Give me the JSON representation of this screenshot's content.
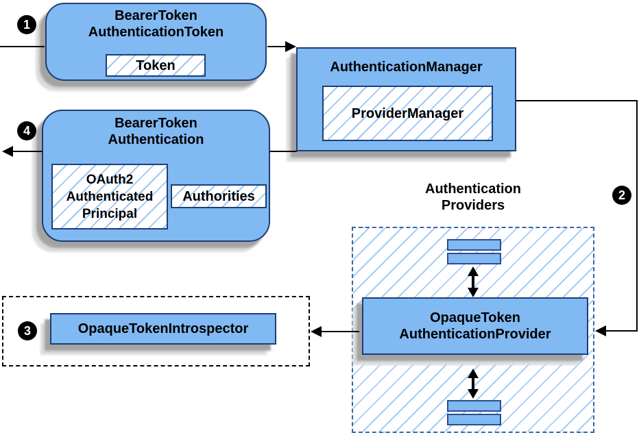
{
  "steps": [
    "1",
    "2",
    "3",
    "4"
  ],
  "colors": {
    "box_fill": "#81b9f2",
    "box_border": "#1c3e75",
    "hatch_line": "#9cc7f2",
    "providers_dashed_border": "#3763a8",
    "introspector_dashed_border": "#000000",
    "arrow": "#000000",
    "badge_bg": "#000000",
    "badge_text": "#ffffff"
  },
  "bearer_token_authentication_token": {
    "title_line1": "BearerToken",
    "title_line2": "AuthenticationToken",
    "token_label": "Token"
  },
  "authentication_manager": {
    "title": "AuthenticationManager",
    "provider_manager_label": "ProviderManager"
  },
  "bearer_token_authentication": {
    "title_line1": "BearerToken",
    "title_line2": "Authentication",
    "principal_line1": "OAuth2",
    "principal_line2": "Authenticated",
    "principal_line3": "Principal",
    "authorities_label": "Authorities"
  },
  "authentication_providers": {
    "title_line1": "Authentication",
    "title_line2": "Providers"
  },
  "opaque_token_authentication_provider": {
    "title_line1": "OpaqueToken",
    "title_line2": "AuthenticationProvider"
  },
  "opaque_token_introspector": {
    "label": "OpaqueTokenIntrospector"
  }
}
